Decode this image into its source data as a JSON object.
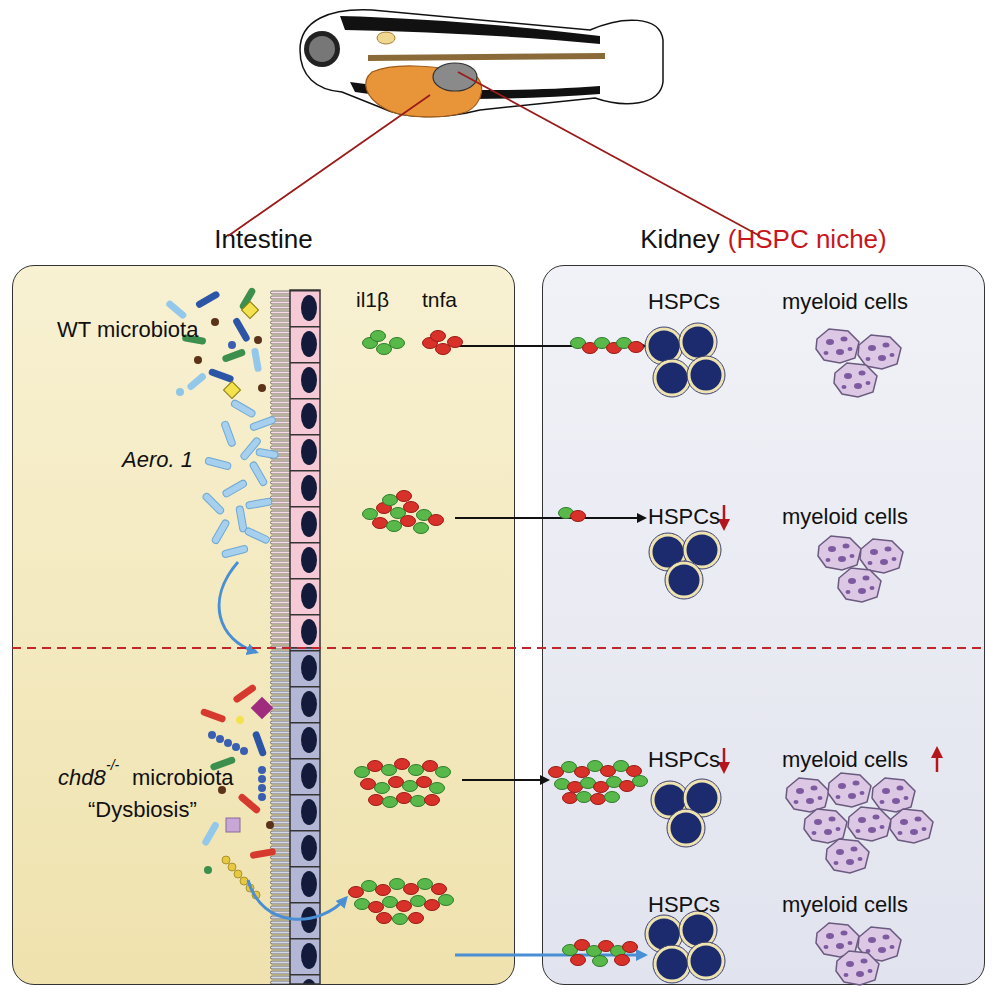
{
  "diagram": {
    "nodes": [
      {
        "text": [
          "Intestine"
        ]
      },
      {
        "text": [
          "Kidney",
          "(HSPC niche)"
        ]
      }
    ],
    "labels": [
      "WT microbiota",
      "il1β",
      "tnfa",
      "Aero. 1",
      "chd8",
      "-/-",
      "microbiota",
      "“Dysbiosis”",
      "HSPCs",
      "myeloid cells",
      "HSPCs",
      "myeloid cells",
      "HSPCs",
      "myeloid cells",
      "HSPCs",
      "myeloid cells"
    ]
  }
}
